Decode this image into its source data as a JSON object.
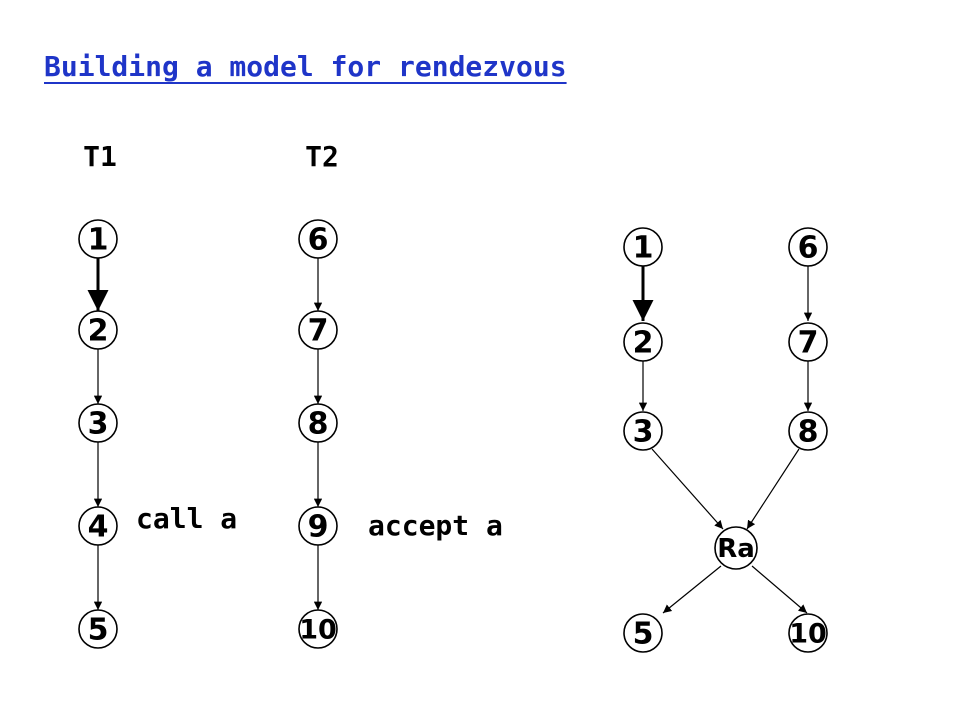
{
  "title": "Building a model for rendezvous",
  "thread_labels": {
    "t1": "T1",
    "t2": "T2"
  },
  "annotations": {
    "call": "call a",
    "accept": "accept a"
  },
  "left_graph": {
    "t1_nodes": [
      "1",
      "2",
      "3",
      "4",
      "5"
    ],
    "t2_nodes": [
      "6",
      "7",
      "8",
      "9",
      "10"
    ]
  },
  "right_graph": {
    "nodes": {
      "n1": "1",
      "n6": "6",
      "n2": "2",
      "n7": "7",
      "n3": "3",
      "n8": "8",
      "ra": "Ra",
      "n5": "5",
      "n10": "10"
    }
  },
  "colors": {
    "title": "#1f35c8",
    "ink": "#000000"
  }
}
